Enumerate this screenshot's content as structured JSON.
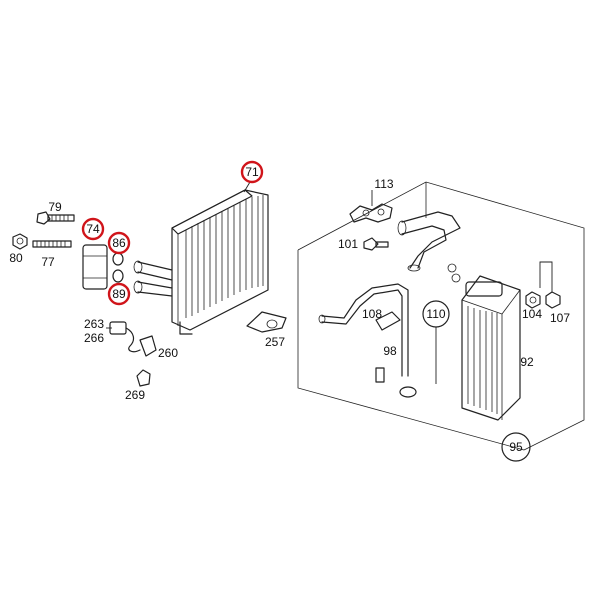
{
  "colors": {
    "highlight": "#d0141a",
    "line": "#222222",
    "background": "#ffffff"
  },
  "callouts": {
    "c71": "71",
    "c74": "74",
    "c79": "79",
    "c80": "80",
    "c77": "77",
    "c86": "86",
    "c89": "89",
    "c113": "113",
    "c101": "101",
    "c263": "263",
    "c266": "266",
    "c260": "260",
    "c257": "257",
    "c269": "269",
    "c108": "108",
    "c110": "110",
    "c98": "98",
    "c104": "104",
    "c107": "107",
    "c92": "92",
    "c95": "95"
  },
  "highlighted": [
    "71",
    "74",
    "86",
    "89"
  ]
}
